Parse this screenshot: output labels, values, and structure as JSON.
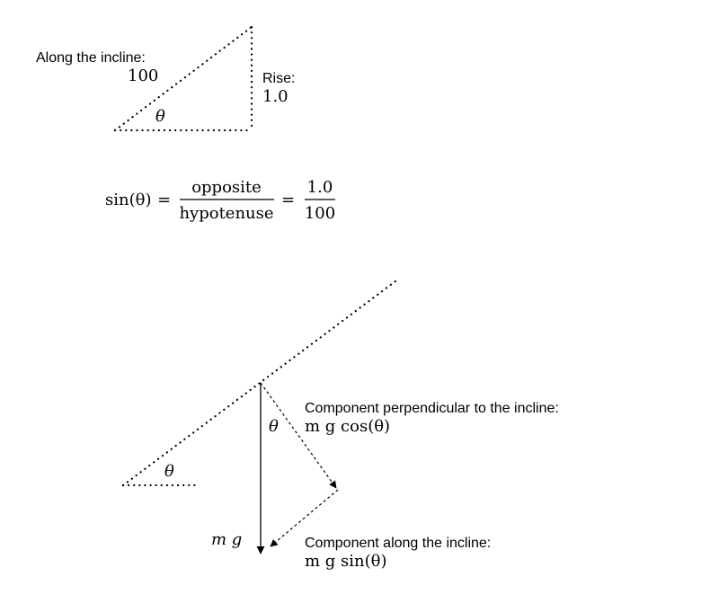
{
  "triangle": {
    "hyp_label": "Along the incline:",
    "hyp_value": "100",
    "rise_label": "Rise:",
    "rise_value": "1.0",
    "angle": "θ"
  },
  "equation": {
    "lhs": "sin(θ)",
    "equals": "=",
    "numerator": "opposite",
    "denominator": "hypotenuse",
    "value_numerator": "1.0",
    "value_denominator": "100"
  },
  "forces": {
    "incline_angle": "θ",
    "vector_angle": "θ",
    "weight": "m g",
    "perp_label": "Component perpendicular to the incline:",
    "perp_formula": "m g cos(θ)",
    "along_label": "Component along the incline:",
    "along_formula": "m g sin(θ)"
  }
}
